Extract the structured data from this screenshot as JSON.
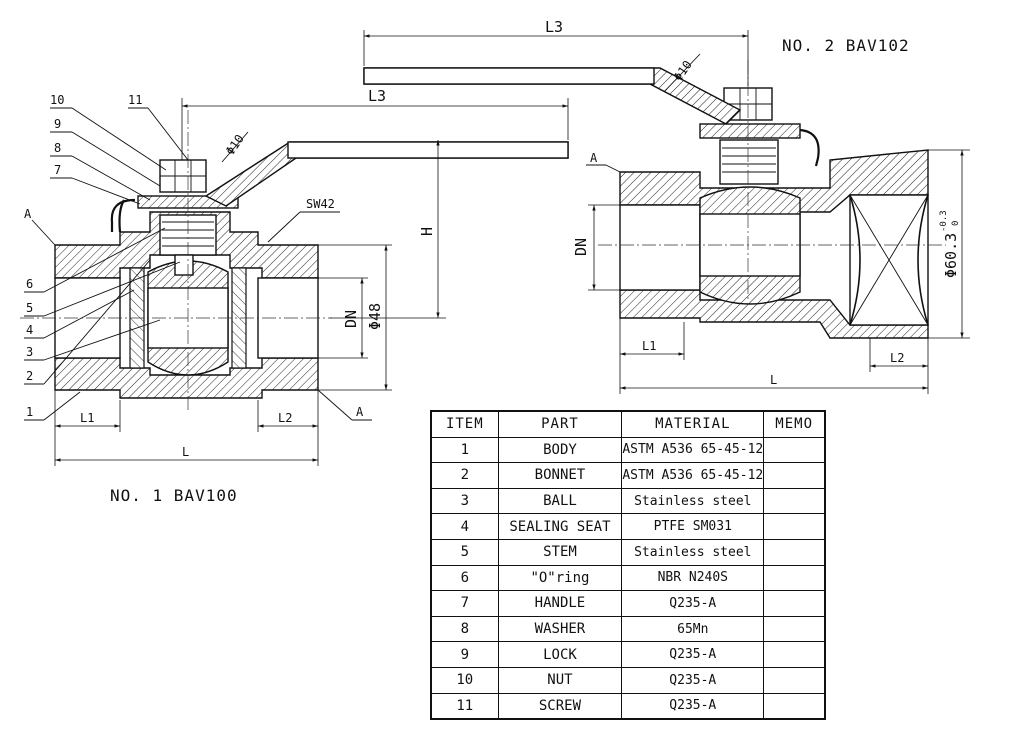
{
  "views": {
    "left_title": "NO. 1 BAV100",
    "right_title": "NO. 2 BAV102"
  },
  "dimensions": {
    "l3": "L3",
    "h": "H",
    "dn": "DN",
    "phi48": "Φ48",
    "phi60": "Φ60.3",
    "phi60_tol_upper": "-0.3",
    "phi60_tol_lower": "0",
    "phi10": "Φ10",
    "sw42": "SW42",
    "l": "L",
    "l1": "L1",
    "l2": "L2",
    "a": "A"
  },
  "callouts": [
    "1",
    "2",
    "3",
    "4",
    "5",
    "6",
    "7",
    "8",
    "9",
    "10",
    "11"
  ],
  "bom": {
    "headers": [
      "ITEM",
      "PART",
      "MATERIAL",
      "MEMO"
    ],
    "rows": [
      {
        "item": "1",
        "part": "BODY",
        "material": "ASTM A536 65-45-12",
        "memo": ""
      },
      {
        "item": "2",
        "part": "BONNET",
        "material": "ASTM A536 65-45-12",
        "memo": ""
      },
      {
        "item": "3",
        "part": "BALL",
        "material": "Stainless steel",
        "memo": ""
      },
      {
        "item": "4",
        "part": "SEALING SEAT",
        "material": "PTFE SM031",
        "memo": ""
      },
      {
        "item": "5",
        "part": "STEM",
        "material": "Stainless steel",
        "memo": ""
      },
      {
        "item": "6",
        "part": "\"O\"ring",
        "material": "NBR N240S",
        "memo": ""
      },
      {
        "item": "7",
        "part": "HANDLE",
        "material": "Q235-A",
        "memo": ""
      },
      {
        "item": "8",
        "part": "WASHER",
        "material": "65Mn",
        "memo": ""
      },
      {
        "item": "9",
        "part": "LOCK",
        "material": "Q235-A",
        "memo": ""
      },
      {
        "item": "10",
        "part": "NUT",
        "material": "Q235-A",
        "memo": ""
      },
      {
        "item": "11",
        "part": "SCREW",
        "material": "Q235-A",
        "memo": ""
      }
    ]
  }
}
